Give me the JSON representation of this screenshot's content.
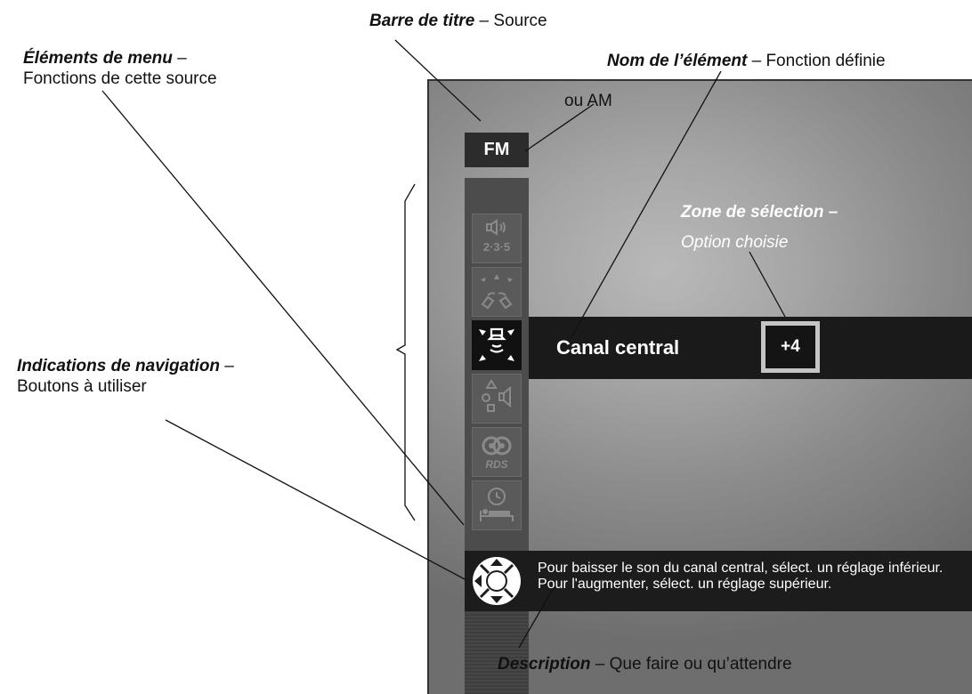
{
  "annotations": {
    "title_bar": {
      "label": "Barre de titre",
      "text": " – Source"
    },
    "menu_items": {
      "label": "Éléments de menu",
      "dash": " –",
      "text": "Fonctions de cette source"
    },
    "item_name": {
      "label": "Nom de l’élément",
      "text": " – Fonction définie"
    },
    "navigation": {
      "label": "Indications de navigation",
      "dash": " –",
      "text": "Boutons à utiliser"
    },
    "selection_zone": {
      "label": "Zone de sélection –",
      "text": "Option choisie"
    },
    "description": {
      "label": "Description",
      "text": " – Que faire ou qu’attendre"
    }
  },
  "screen": {
    "source": "FM",
    "source_alt": "ou AM",
    "menu_items": [
      {
        "icon": "speaker-235-icon",
        "caption": "2·3·5"
      },
      {
        "icon": "speaker-angles-icon"
      },
      {
        "icon": "center-speaker-icon",
        "active": true
      },
      {
        "icon": "shapes-speaker-icon"
      },
      {
        "icon": "rds-icon",
        "caption": "RDS"
      },
      {
        "icon": "sleep-timer-icon"
      }
    ],
    "function_name": "Canal central",
    "function_value": "+4",
    "description_text": "Pour baisser le son du canal central, sélect. un réglage inférieur. Pour l'augmenter, sélect. un réglage supérieur.",
    "navigation_icon": "nav-pad-icon"
  },
  "colors": {
    "panel_dark": "#1a1a1a",
    "sidebar": "#4c4c4c",
    "value_border": "#c4c4c4"
  }
}
